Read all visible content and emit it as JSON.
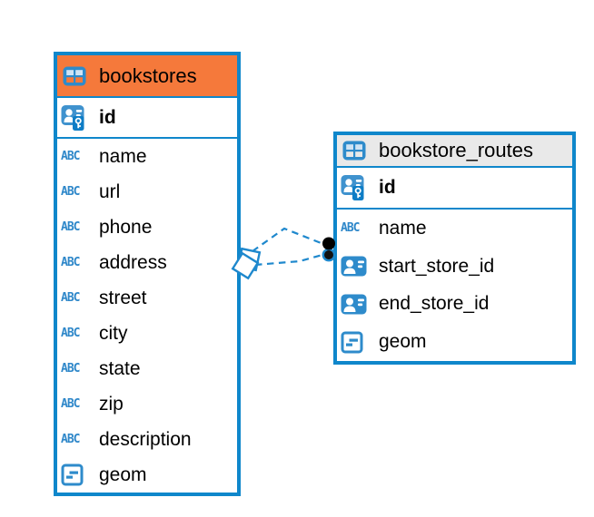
{
  "diagram": {
    "type": "entity-relationship",
    "type_icon_labels": {
      "text": "ABC"
    },
    "colors": {
      "background": "#ffffff",
      "table_border": "#0f87cb",
      "bookstores_header": "#f5793b",
      "bookstore_routes_header": "#e9e9e9",
      "icon_blue": "#2e8bcb",
      "link_blue": "#1e88cd",
      "text": "#000000"
    },
    "tables": [
      {
        "name": "bookstores",
        "header_color": "#f5793b",
        "primary_key": {
          "name": "id"
        },
        "columns": [
          {
            "name": "name",
            "type": "text"
          },
          {
            "name": "url",
            "type": "text"
          },
          {
            "name": "phone",
            "type": "text"
          },
          {
            "name": "address",
            "type": "text"
          },
          {
            "name": "street",
            "type": "text"
          },
          {
            "name": "city",
            "type": "text"
          },
          {
            "name": "state",
            "type": "text"
          },
          {
            "name": "zip",
            "type": "text"
          },
          {
            "name": "description",
            "type": "text"
          },
          {
            "name": "geom",
            "type": "geometry"
          }
        ]
      },
      {
        "name": "bookstore_routes",
        "header_color": "#e9e9e9",
        "primary_key": {
          "name": "id"
        },
        "columns": [
          {
            "name": "name",
            "type": "text"
          },
          {
            "name": "start_store_id",
            "type": "foreign-key"
          },
          {
            "name": "end_store_id",
            "type": "foreign-key"
          },
          {
            "name": "geom",
            "type": "geometry"
          }
        ]
      }
    ],
    "relationships": [
      {
        "from": "bookstore_routes",
        "to": "bookstores",
        "style": "dashed"
      },
      {
        "from": "bookstore_routes",
        "to": "bookstores",
        "style": "dashed"
      }
    ]
  }
}
